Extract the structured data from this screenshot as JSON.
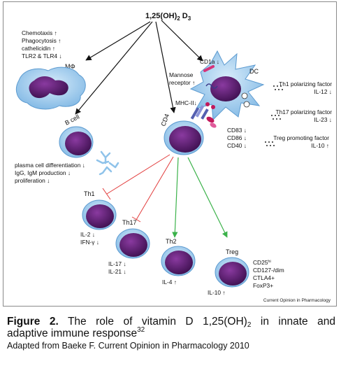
{
  "diagram": {
    "title": "1,25(OH)2 D3",
    "source": "Current Opinion in Pharmacology",
    "macrophage": {
      "name": "MΦ",
      "effects": [
        "Chemotaxis ↑",
        "Phagocytosis ↑",
        "cathelicidin ↑",
        "TLR2 & TLR4 ↓"
      ]
    },
    "dendritic_cell": {
      "name": "DC",
      "cd1a": "CD1a ↓",
      "mannose_1": "Mannose",
      "mannose_2": "receptor ↑",
      "mhc": "MHC-II↓",
      "costim": [
        "CD83 ↓",
        "CD86 ↓",
        "CD40 ↓"
      ],
      "th1_factor": "Th1 polarizing factor",
      "th1_value": "IL-12 ↓",
      "th17_factor": "Th17 polarizing factor",
      "th17_value": "IL-23 ↓",
      "treg_factor": "Treg promoting factor",
      "treg_value": "IL-10 ↑"
    },
    "b_cell": {
      "name": "B cell",
      "effects": [
        "plasma cell differentiation ↓",
        "IgG, IgM production ↓",
        "proliferation ↓"
      ]
    },
    "cd4_cell": {
      "name": "CD4"
    },
    "th1": {
      "name": "Th1",
      "effects": [
        "IL-2 ↓",
        "IFN-γ ↓"
      ]
    },
    "th17": {
      "name": "Th17",
      "effects": [
        "IL-17 ↓",
        "IL-21 ↓"
      ]
    },
    "th2": {
      "name": "Th2",
      "effects": [
        "IL-4 ↑"
      ]
    },
    "treg": {
      "name": "Treg",
      "effects": [
        "IL-10 ↑"
      ],
      "markers": [
        "CD25hi",
        "CD127-/dim",
        "CTLA4+",
        "FoxP3+"
      ]
    }
  },
  "caption": {
    "figure_label": "Figure 2.",
    "text_part1": "The role of vitamin D 1,25(OH)",
    "text_sub": "2",
    "text_part2": "in innate and",
    "text_line2": "adaptive immune response",
    "ref": "32",
    "adapted": "Adapted from Baeke F. Current Opinion in Pharmacology 2010"
  },
  "colors": {
    "membrane_blue": "#8fc3ea",
    "nucleus_purple": "#5a1f6e",
    "inhibit_red": "#e23c3c",
    "activate_green": "#3bb24a"
  }
}
